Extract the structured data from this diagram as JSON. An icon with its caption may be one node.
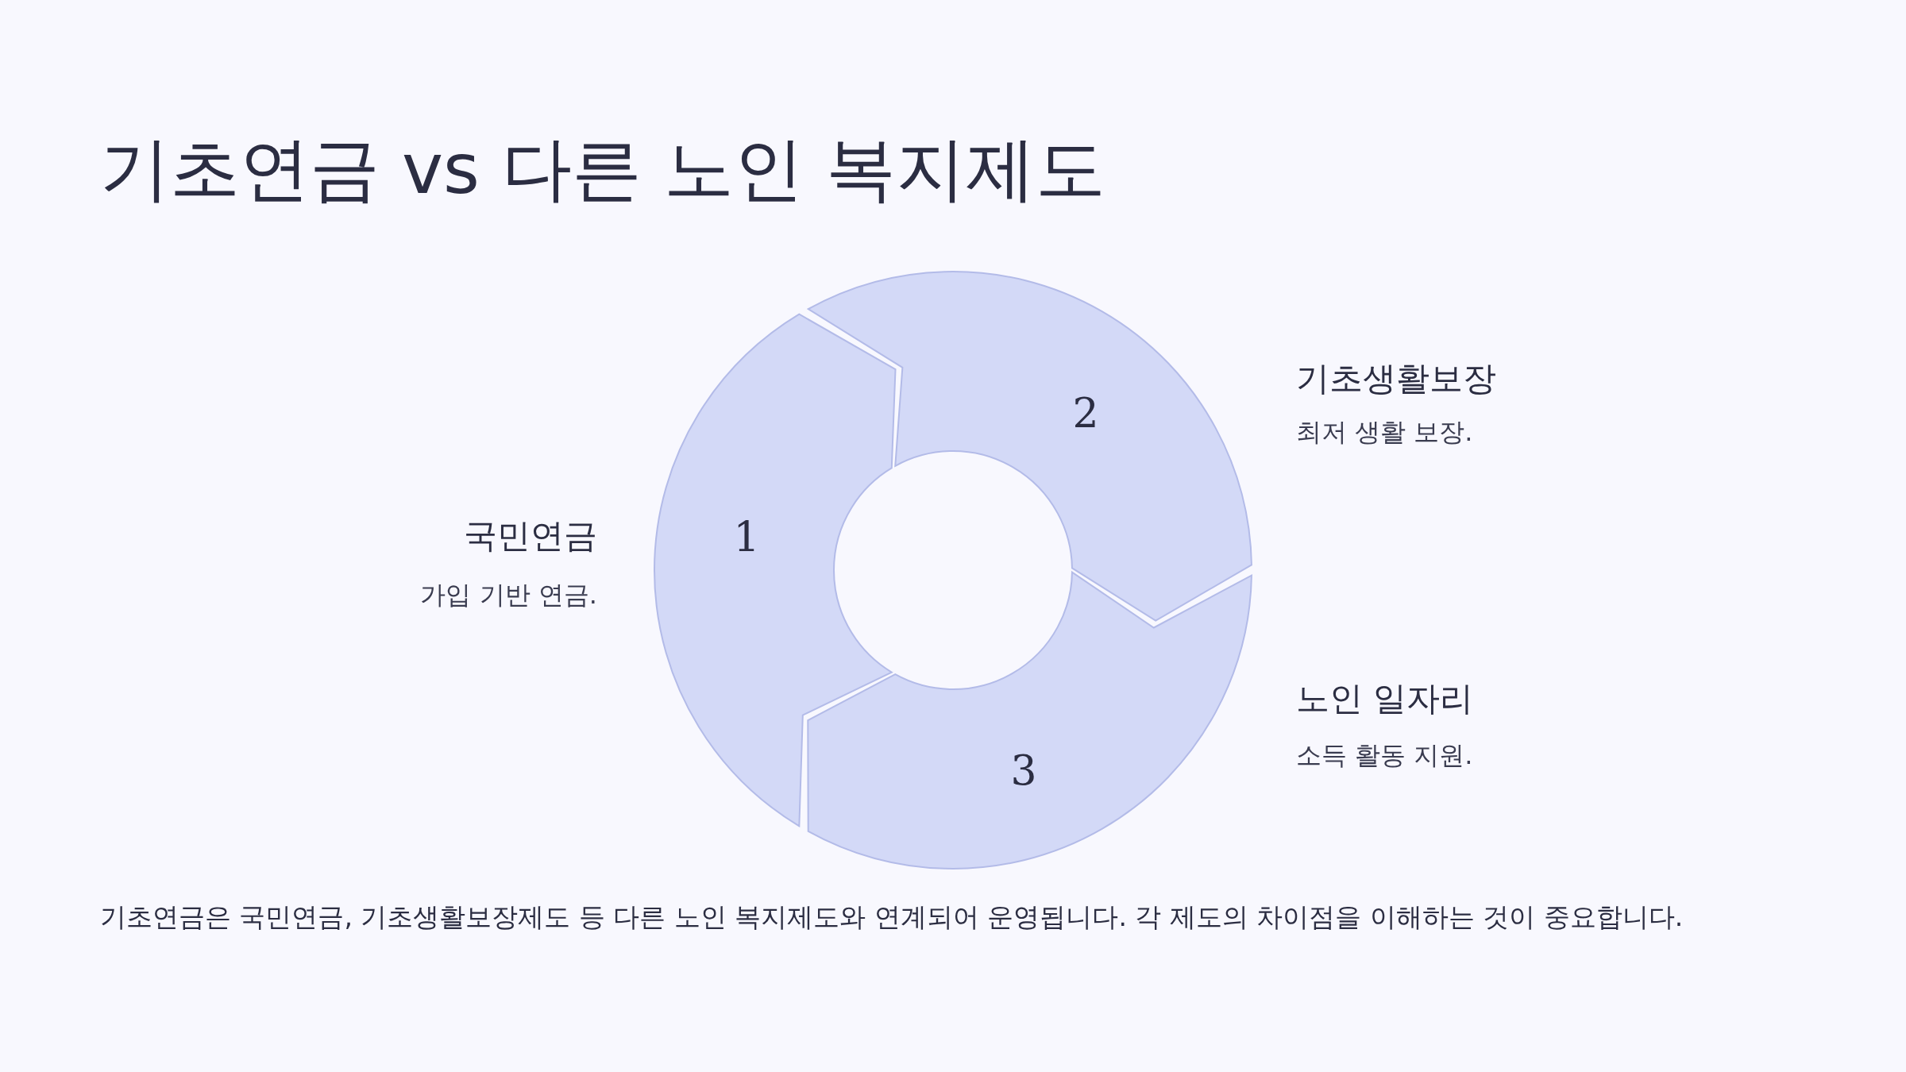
{
  "diagram": {
    "title": "기초연금 vs 다른 노인 복지제도",
    "nodes": [
      {
        "text": [
          "1"
        ],
        "beside": [
          "국민연금",
          "가입 기반 연금."
        ]
      },
      {
        "text": [
          "2"
        ],
        "beside": [
          "기초생활보장",
          "최저 생활 보장."
        ]
      },
      {
        "text": [
          "3"
        ],
        "beside": [
          "노인 일자리",
          "소득 활동 지원."
        ]
      }
    ],
    "labels": [
      "기초연금은 국민연금, 기초생활보장제도 등 다른 노인 복지제도와 연계되어 운영됩니다. 각 제도의 차이점을 이해하는 것이 중요합니다."
    ]
  }
}
